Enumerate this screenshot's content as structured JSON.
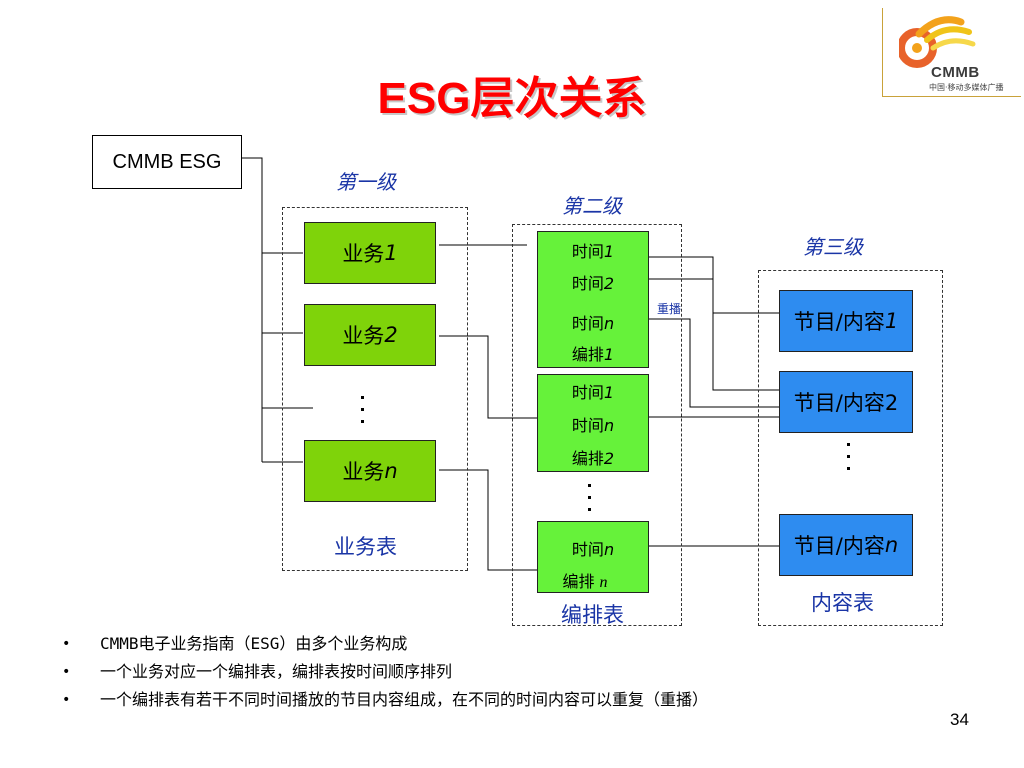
{
  "title": "ESG层次关系",
  "logo": {
    "brand": "CMMB",
    "subtitle": "中国·移动多媒体广播"
  },
  "root": {
    "label": "CMMB ESG"
  },
  "levels": {
    "level1": "第一级",
    "level2": "第二级",
    "level3": "第三级"
  },
  "service_table": {
    "label": "业务表",
    "items": [
      {
        "text": "业务",
        "suffix": "1"
      },
      {
        "text": "业务",
        "suffix": "2"
      },
      {
        "text": "业务",
        "suffix": "n"
      }
    ]
  },
  "schedule_table": {
    "label": "编排表",
    "blocks": [
      {
        "lines": [
          {
            "text": "时间",
            "suffix": "1"
          },
          {
            "text": "时间",
            "suffix": "2"
          },
          {
            "text": "时间",
            "suffix": "n"
          },
          {
            "text": "编排",
            "suffix": "1"
          }
        ]
      },
      {
        "lines": [
          {
            "text": "时间",
            "suffix": "1"
          },
          {
            "text": "时间",
            "suffix": "n"
          },
          {
            "text": "编排",
            "suffix": "2"
          }
        ]
      },
      {
        "lines": [
          {
            "text": "时间",
            "suffix": "n"
          },
          {
            "text": "编排 ",
            "suffix": "n"
          }
        ]
      }
    ]
  },
  "content_table": {
    "label": "内容表",
    "items": [
      {
        "text": "节目/内容",
        "suffix": "1"
      },
      {
        "text": "节目/内容2",
        "suffix": ""
      },
      {
        "text": "节目/内容",
        "suffix": "n"
      }
    ]
  },
  "replay_label": "重播",
  "bullets": [
    "CMMB电子业务指南（ESG）由多个业务构成",
    "一个业务对应一个编排表，编排表按时间顺序排列",
    "一个编排表有若干不同时间播放的节目内容组成，在不同的时间内容可以重复（重播）"
  ],
  "page_number": "34",
  "colors": {
    "title": "#ff0000",
    "label_blue": "#1a35a6",
    "service_green": "#7fd30a",
    "schedule_green": "#66f23a",
    "content_blue": "#2e8cf0"
  }
}
